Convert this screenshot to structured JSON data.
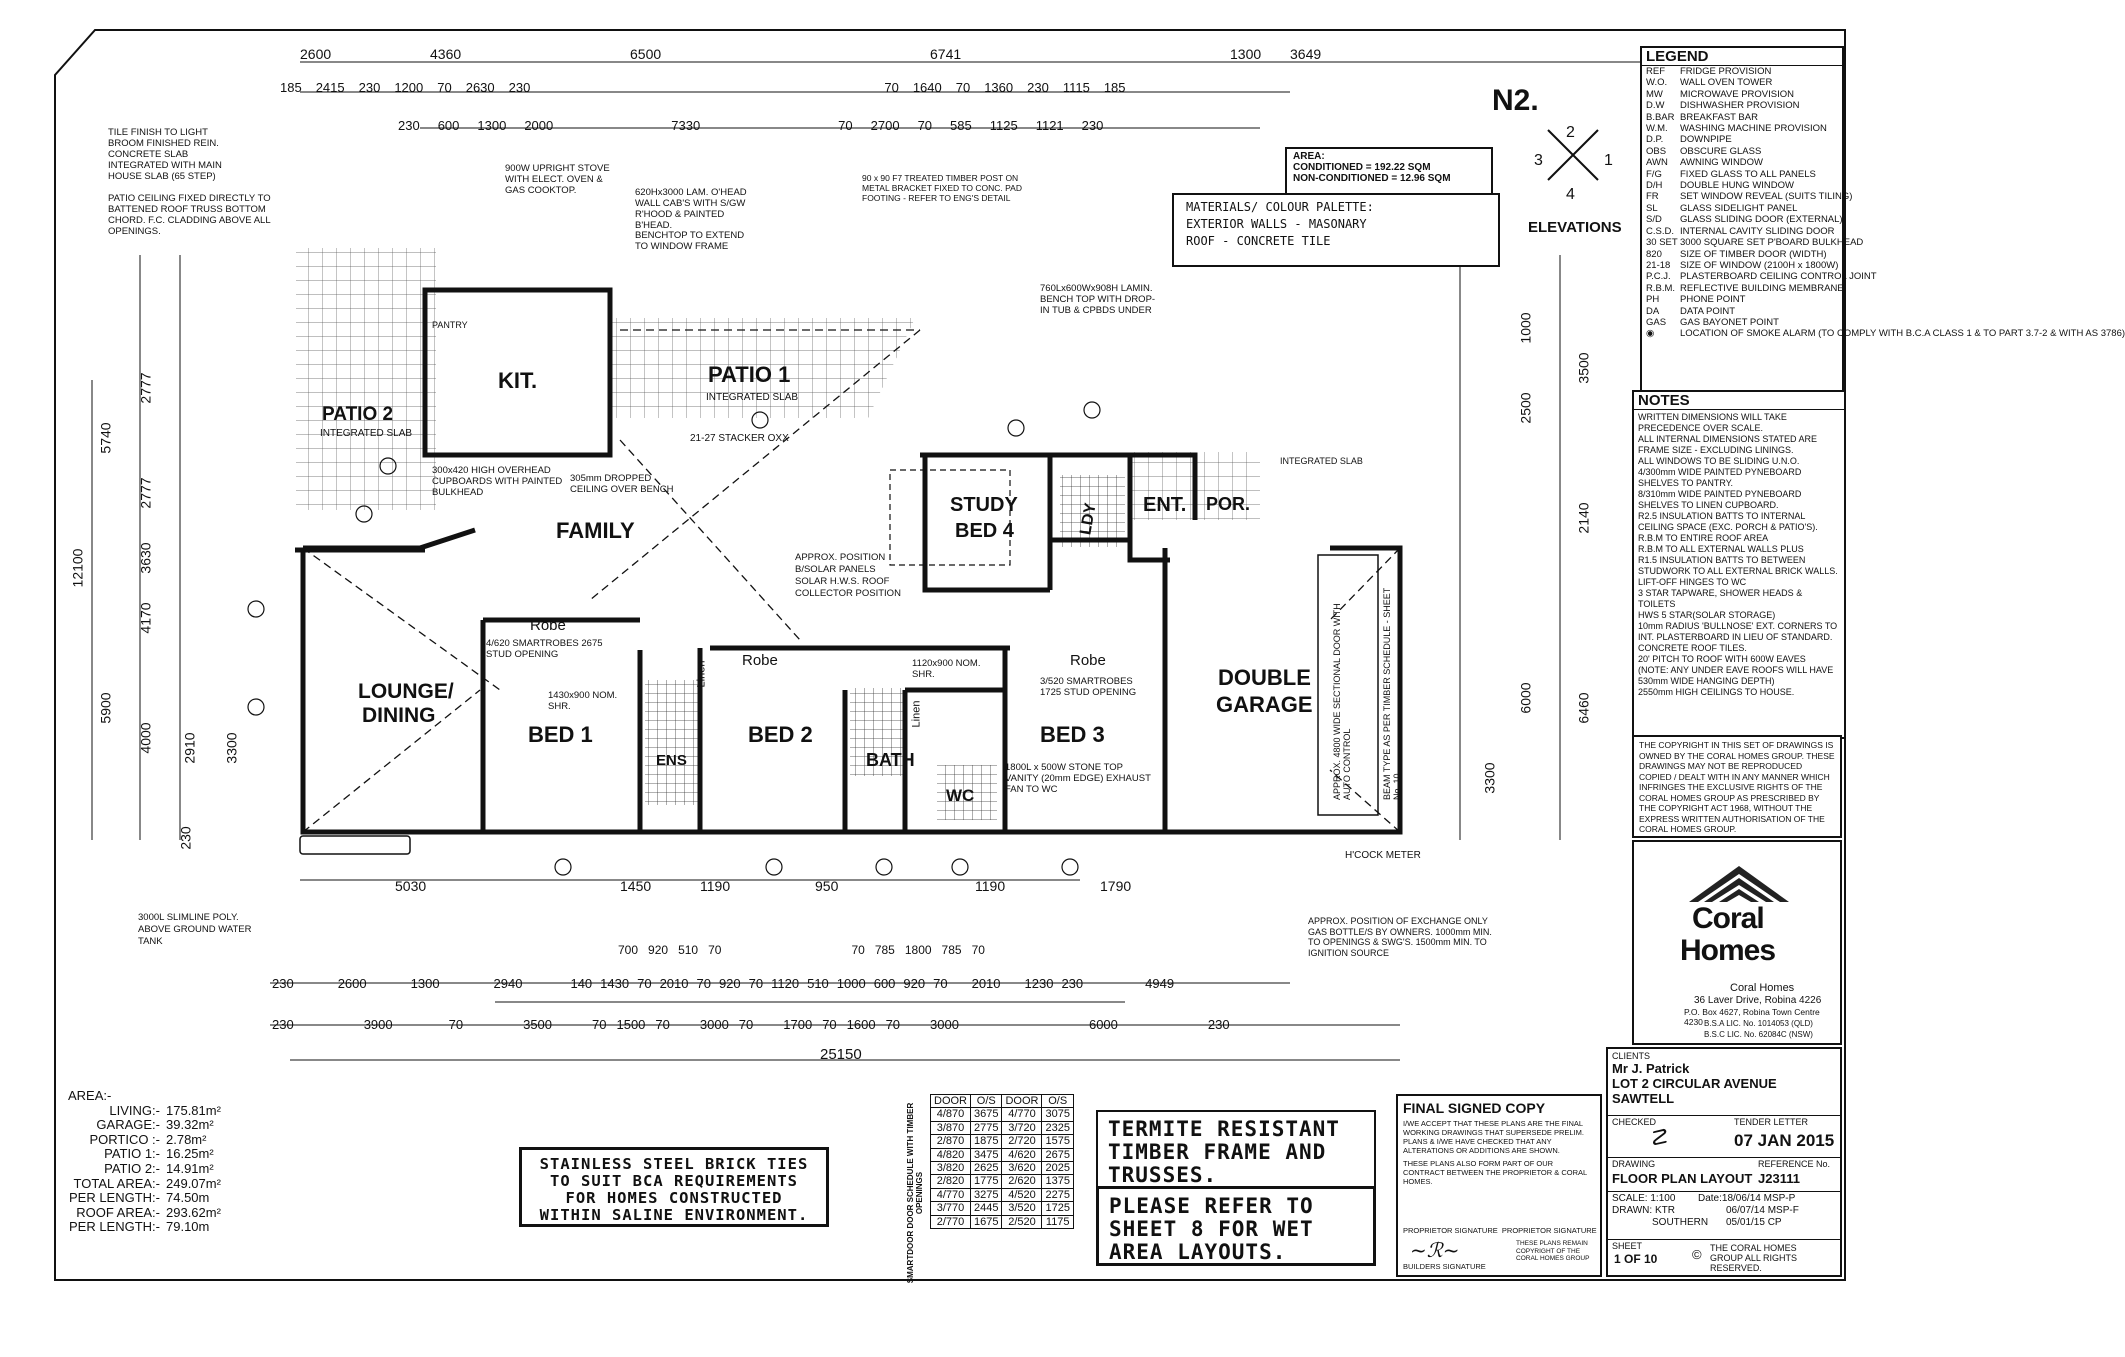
{
  "sheet_code": "N2.",
  "elevations": {
    "label": "ELEVATIONS",
    "n1": "1",
    "n2": "2",
    "n3": "3",
    "n4": "4"
  },
  "area_box": {
    "conditioned": "CONDITIONED = 192.22 SQM",
    "nonconditioned": "NON-CONDITIONED = 12.96 SQM",
    "title": "AREA:"
  },
  "materials": {
    "title": "MATERIALS/ COLOUR PALETTE:",
    "walls": "EXTERIOR WALLS - MASONARY",
    "roof": "ROOF - CONCRETE TILE"
  },
  "rooms": {
    "patio2": "PATIO 2",
    "patio2_sub": "INTEGRATED SLAB",
    "kit": "KIT.",
    "patio1": "PATIO 1",
    "patio1_sub": "INTEGRATED SLAB",
    "family": "FAMILY",
    "study": "STUDY",
    "bed4": "BED 4",
    "ent": "ENT.",
    "por": "POR.",
    "lounge": "LOUNGE/",
    "dining": "DINING",
    "bed1": "BED 1",
    "bed2": "BED 2",
    "bed3": "BED 3",
    "bath": "BATH",
    "ens": "ENS",
    "wc": "WC",
    "garage": "DOUBLE",
    "garage2": "GARAGE",
    "pantry": "PANTRY",
    "robe1": "Robe",
    "robe2": "Robe",
    "robe3": "Robe",
    "linen1": "Linen",
    "linen2": "Linen",
    "ldy": "LDY",
    "integrated_slab": "INTEGRATED SLAB"
  },
  "dims_top": {
    "r1": [
      "2600",
      "4360",
      "6500",
      "6741",
      "1300",
      "3649"
    ],
    "r2": [
      "185",
      "2415",
      "230",
      "1200",
      "70",
      "2630",
      "230",
      "70",
      "1640",
      "70",
      "1360",
      "230",
      "1115",
      "185"
    ],
    "r3": [
      "230",
      "600",
      "1300",
      "2000",
      "7330",
      "70",
      "2700",
      "70",
      "585",
      "1125",
      "1121",
      "230"
    ]
  },
  "dims_bottom": {
    "r1": [
      "700",
      "920",
      "510",
      "70",
      "70",
      "785",
      "1800",
      "785",
      "70"
    ],
    "r2": [
      "230",
      "2600",
      "1300",
      "2940",
      "140",
      "1430",
      "70",
      "2010",
      "70",
      "920",
      "70",
      "1120",
      "510",
      "1000",
      "600",
      "920",
      "70",
      "2010",
      "1230",
      "230",
      "4949"
    ],
    "r3": [
      "230",
      "3900",
      "70",
      "3500",
      "70",
      "1500",
      "70",
      "3000",
      "70",
      "1700",
      "70",
      "1600",
      "70",
      "3000",
      "6000",
      "230"
    ],
    "total": "25150"
  },
  "dims_under_plan": [
    "5030",
    "1450",
    "1190",
    "950",
    "1190",
    "1790"
  ],
  "dims_left": [
    "5740",
    "2777",
    "2777",
    "12100",
    "5900",
    "4000",
    "2910",
    "3300",
    "3630",
    "4170",
    "230"
  ],
  "dims_right": [
    "3500",
    "2500",
    "6000",
    "6460",
    "3300",
    "2140",
    "1000"
  ],
  "annotations": [
    "TILE FINISH TO LIGHT BROOM FINISHED REIN. CONCRETE SLAB INTEGRATED WITH MAIN HOUSE SLAB (65 STEP)",
    "PATIO CEILING FIXED DIRECTLY TO BATTENED ROOF TRUSS BOTTOM CHORD. F.C. CLADDING ABOVE ALL OPENINGS.",
    "900W UPRIGHT STOVE WITH ELECT. OVEN & GAS COOKTOP.",
    "620Hx3000 LAM. O'HEAD WALL CAB'S WITH S/GW R'HOOD & PAINTED B'HEAD.",
    "BENCHTOP TO EXTEND TO WINDOW FRAME",
    "90 x 90 F7 TREATED TIMBER POST ON METAL BRACKET FIXED TO CONC. PAD FOOTING - REFER TO ENG'S DETAIL",
    "760Lx600Wx908H LAMIN. BENCH TOP WITH DROP-IN TUB & CPBDS UNDER",
    "APPROX. POSITION B/SOLAR PANELS SOLAR H.W.S. ROOF COLLECTOR POSITION",
    "300x420 HIGH OVERHEAD CUPBOARDS WITH PAINTED BULKHEAD",
    "305mm DROPPED CEILING OVER BENCH",
    "3000L SLIMLINE POLY. ABOVE GROUND WATER TANK",
    "APPROX. POSITION OF EXCHANGE ONLY GAS BOTTLE/S BY OWNERS. 1000mm MIN. TO OPENINGS & SWG'S. 1500mm MIN. TO IGNITION SOURCE",
    "21-27 STACKER OXX",
    "4/620 SMARTROBES 2675 STUD OPENING",
    "3/520 SMARTROBES 1725 STUD OPENING",
    "1120x900 NOM. SHR.",
    "1430x900 NOM. SHR.",
    "1800L x 500W STONE TOP VANITY (20mm EDGE) EXHAUST FAN TO WC",
    "APPROX. 4800 WIDE SECTIONAL DOOR WITH AUTO CONTROL",
    "BEAM TYPE AS PER TIMBER SCHEDULE - SHEET No. 10",
    "H'COCK METER"
  ],
  "legend": {
    "title": "LEGEND",
    "items": [
      [
        "REF",
        "FRIDGE PROVISION"
      ],
      [
        "W.O.",
        "WALL OVEN TOWER"
      ],
      [
        "MW",
        "MICROWAVE PROVISION"
      ],
      [
        "D.W",
        "DISHWASHER PROVISION"
      ],
      [
        "B.BAR",
        "BREAKFAST BAR"
      ],
      [
        "W.M.",
        "WASHING MACHINE PROVISION"
      ],
      [
        "D.P.",
        "DOWNPIPE"
      ],
      [
        "OBS",
        "OBSCURE GLASS"
      ],
      [
        "AWN",
        "AWNING WINDOW"
      ],
      [
        "F/G",
        "FIXED GLASS TO ALL PANELS"
      ],
      [
        "D/H",
        "DOUBLE HUNG WINDOW"
      ],
      [
        "FR",
        "SET WINDOW REVEAL (SUITS TILING)"
      ],
      [
        "SL",
        "GLASS SIDELIGHT PANEL"
      ],
      [
        "S/D",
        "GLASS SLIDING DOOR (EXTERNAL)"
      ],
      [
        "C.S.D.",
        "INTERNAL CAVITY SLIDING DOOR"
      ],
      [
        "30 SET",
        "3000 SQUARE SET P'BOARD BULKHEAD"
      ],
      [
        "820",
        "SIZE OF TIMBER DOOR (WIDTH)"
      ],
      [
        "21-18",
        "SIZE OF WINDOW (2100H x 1800W)"
      ],
      [
        "P.C.J.",
        "PLASTERBOARD CEILING CONTROL JOINT"
      ],
      [
        "R.B.M.",
        "REFLECTIVE BUILDING MEMBRANE"
      ],
      [
        "PH",
        "PHONE POINT"
      ],
      [
        "DA",
        "DATA POINT"
      ],
      [
        "GAS",
        "GAS BAYONET POINT"
      ],
      [
        "◉",
        "LOCATION OF SMOKE ALARM (TO COMPLY WITH B.C.A CLASS 1 & TO PART 3.7-2 & WITH AS 3786)"
      ]
    ]
  },
  "notes": {
    "title": "NOTES",
    "items": [
      "WRITTEN DIMENSIONS WILL TAKE PRECEDENCE OVER SCALE.",
      "ALL INTERNAL DIMENSIONS STATED ARE FRAME SIZE - EXCLUDING LININGS.",
      "ALL WINDOWS TO BE SLIDING U.N.O.",
      "4/300mm WIDE PAINTED PYNEBOARD SHELVES TO PANTRY.",
      "8/310mm WIDE PAINTED PYNEBOARD SHELVES TO LINEN CUPBOARD.",
      "R2.5 INSULATION BATTS TO INTERNAL CEILING SPACE (EXC. PORCH & PATIO'S).",
      "R.B.M TO ENTIRE ROOF AREA",
      "R.B.M TO ALL EXTERNAL WALLS PLUS",
      "R1.5 INSULATION BATTS TO BETWEEN STUDWORK TO ALL EXTERNAL BRICK WALLS.",
      "LIFT-OFF HINGES TO WC",
      "3 STAR TAPWARE, SHOWER HEADS & TOILETS",
      "HWS 5 STAR(SOLAR STORAGE)",
      "10mm RADIUS 'BULLNOSE' EXT. CORNERS TO INT. PLASTERBOARD IN LIEU OF STANDARD.",
      "CONCRETE ROOF TILES.",
      "20' PITCH TO ROOF WITH 600W EAVES",
      "(NOTE: ANY UNDER EAVE ROOFS WILL HAVE 530mm WIDE HANGING DEPTH)",
      "2550mm HIGH CEILINGS TO HOUSE."
    ]
  },
  "copyright": "THE COPYRIGHT IN THIS SET OF DRAWINGS IS OWNED BY THE CORAL HOMES GROUP. THESE DRAWINGS MAY NOT BE REPRODUCED COPIED / DEALT WITH IN ANY MANNER WHICH INFRINGES THE EXCLUSIVE RIGHTS OF THE CORAL HOMES GROUP AS PRESCRIBED BY THE COPYRIGHT ACT 1968, WITHOUT THE EXPRESS WRITTEN AUTHORISATION OF THE CORAL HOMES GROUP.",
  "brand": {
    "name1": "Coral",
    "name2": "Homes",
    "company": "Coral Homes",
    "addr1": "36 Laver Drive, Robina 4226",
    "addr2": "P.O. Box 4627, Robina Town Centre 4230",
    "lic1": "B.S.A LIC. No. 1014053 (QLD)",
    "lic2": "B.S.C LIC. No. 62084C (NSW)"
  },
  "title_block": {
    "clients_label": "CLIENTS",
    "client": "Mr J. Patrick",
    "lot": "LOT 2 CIRCULAR AVENUE",
    "suburb": "SAWTELL",
    "checked_label": "CHECKED",
    "tender_label": "TENDER LETTER",
    "date": "07 JAN 2015",
    "drawing_label": "DRAWING",
    "drawing": "FLOOR PLAN LAYOUT",
    "ref_label": "REFERENCE No.",
    "ref": "J23111",
    "scale_label": "SCALE:",
    "scale": "1:100",
    "date_label": "Date:",
    "date_val": "18/06/14 MSP-P",
    "drawn_label": "DRAWN:",
    "drawn": "KTR",
    "drawn_date": "06/07/14 MSP-F",
    "southern": "SOUTHERN",
    "southern_date": "05/01/15 CP",
    "sheet_label": "SHEET",
    "sheet": "1 OF 10",
    "copy_owner": "THE CORAL HOMES GROUP ALL RIGHTS RESERVED."
  },
  "final_copy": {
    "title": "FINAL SIGNED COPY",
    "text1": "I/WE ACCEPT THAT THESE PLANS ARE THE FINAL WORKING DRAWINGS THAT SUPERSEDE PRELIM. PLANS & I/WE HAVE CHECKED THAT ANY ALTERATIONS OR ADDITIONS ARE SHOWN.",
    "text2": "THESE PLANS ALSO FORM PART OF OUR CONTRACT BETWEEN THE PROPRIETOR & CORAL HOMES.",
    "sig1": "PROPRIETOR SIGNATURE",
    "sig2": "PROPRIETOR SIGNATURE",
    "builder": "BUILDERS SIGNATURE",
    "remain": "THESE PLANS REMAIN COPYRIGHT OF THE CORAL HOMES GROUP"
  },
  "termite": "TERMITE RESISTANT TIMBER FRAME AND TRUSSES.",
  "please_refer": "PLEASE REFER TO SHEET 8 FOR WET AREA LAYOUTS.",
  "stainless": "STAINLESS STEEL BRICK TIES TO SUIT BCA REQUIREMENTS FOR HOMES CONSTRUCTED WITHIN SALINE ENVIRONMENT.",
  "door_schedule": {
    "side_label": "SMARTDOOR DOOR SCHEDULE WITH TIMBER OPENINGS",
    "headers": [
      "DOOR",
      "O/S",
      "DOOR",
      "O/S"
    ],
    "rows": [
      [
        "4/870",
        "3675",
        "4/770",
        "3075"
      ],
      [
        "3/870",
        "2775",
        "3/720",
        "2325"
      ],
      [
        "2/870",
        "1875",
        "2/720",
        "1575"
      ],
      [
        "4/820",
        "3475",
        "4/620",
        "2675"
      ],
      [
        "3/820",
        "2625",
        "3/620",
        "2025"
      ],
      [
        "2/820",
        "1775",
        "2/620",
        "1375"
      ],
      [
        "4/770",
        "3275",
        "4/520",
        "2275"
      ],
      [
        "3/770",
        "2445",
        "3/520",
        "1725"
      ],
      [
        "2/770",
        "1675",
        "2/520",
        "1175"
      ]
    ]
  },
  "areas": {
    "title": "AREA:-",
    "rows": [
      [
        "LIVING:-",
        "175.81m²"
      ],
      [
        "GARAGE:-",
        "39.32m²"
      ],
      [
        "PORTICO :-",
        "2.78m²"
      ],
      [
        "PATIO 1:-",
        "16.25m²"
      ],
      [
        "PATIO 2:-",
        "14.91m²"
      ],
      [
        "TOTAL AREA:-",
        "249.07m²"
      ],
      [
        "PER LENGTH:-",
        "74.50m"
      ],
      [
        "ROOF AREA:-",
        "293.62m²"
      ],
      [
        "PER LENGTH:-",
        "79.10m"
      ]
    ]
  }
}
